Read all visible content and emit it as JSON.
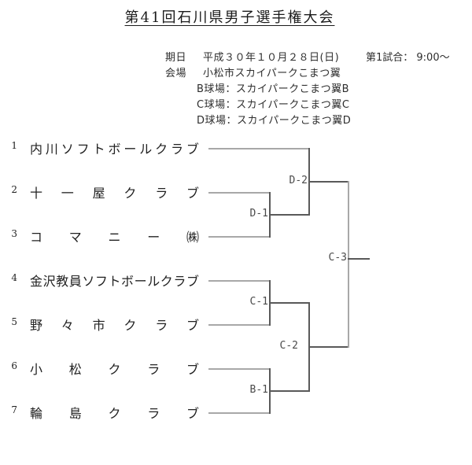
{
  "title": "第41回石川県男子選手権大会",
  "info": {
    "date_label": "期日",
    "date_value": "平成３０年１０月２８日(日)",
    "first_game": "第1試合： 9:00～",
    "venue_label": "会場",
    "venue_value": "小松市スカイパークこまつ翼",
    "sub_venues": [
      "B球場：スカイパークこまつ翼B",
      "C球場：スカイパークこまつ翼C",
      "D球場：スカイパークこまつ翼D"
    ]
  },
  "bracket": {
    "teams": [
      {
        "seed": "1",
        "name": "内川ソフトボールクラブ"
      },
      {
        "seed": "2",
        "name": "十一屋クラブ"
      },
      {
        "seed": "3",
        "name": "コマニー㈱"
      },
      {
        "seed": "4",
        "name": "金沢教員ソフトボールクラブ"
      },
      {
        "seed": "5",
        "name": "野々市クラブ"
      },
      {
        "seed": "6",
        "name": "小松クラブ"
      },
      {
        "seed": "7",
        "name": "輪島クラブ"
      }
    ],
    "matches": {
      "d1": "D-1",
      "d2": "D-2",
      "c1": "C-1",
      "c2": "C-2",
      "b1": "B-1",
      "c3": "C-3"
    }
  },
  "colors": {
    "team_line": "#a8a8a8",
    "connector_line": "#595959",
    "text": "#222222"
  }
}
